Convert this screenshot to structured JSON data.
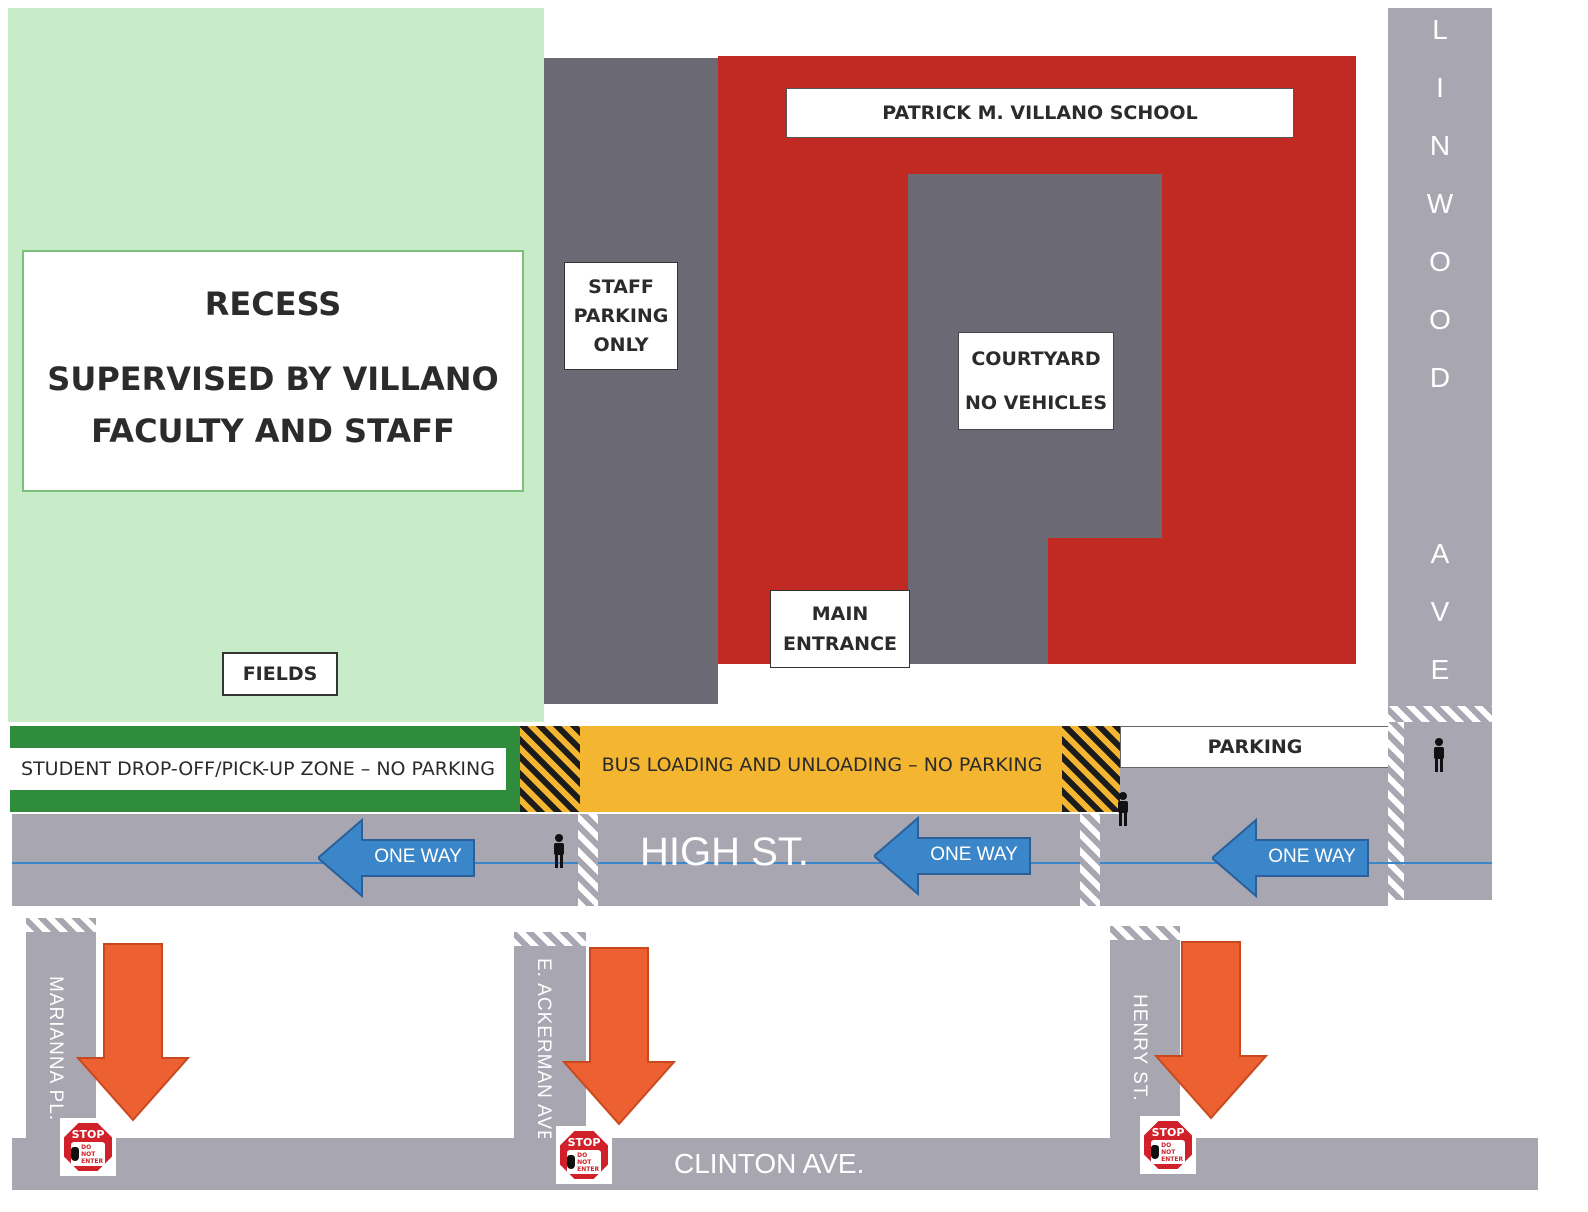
{
  "fields_area": {
    "recess_title": "RECESS",
    "recess_line1": "SUPERVISED BY VILLANO",
    "recess_line2": "FACULTY AND STAFF",
    "fields_label": "FIELDS"
  },
  "school": {
    "name": "PATRICK M. VILLANO SCHOOL",
    "staff_parking": [
      "STAFF",
      "PARKING",
      "ONLY"
    ],
    "courtyard": [
      "COURTYARD",
      "NO VEHICLES"
    ],
    "main_entrance": [
      "MAIN",
      "ENTRANCE"
    ]
  },
  "zones": {
    "drop_off": "STUDENT DROP-OFF/PICK-UP ZONE – NO PARKING",
    "bus": "BUS LOADING AND UNLOADING – NO PARKING",
    "parking": "PARKING"
  },
  "streets": {
    "high": "HIGH ST.",
    "clinton": "CLINTON AVE.",
    "linwood_letters": [
      "L",
      "I",
      "N",
      "W",
      "O",
      "O",
      "D",
      "A",
      "V",
      "E"
    ],
    "marianna": "MARIANNA PL.",
    "ackerman": "E. ACKERMAN AVE.",
    "henry": "HENRY ST."
  },
  "signs": {
    "one_way": "ONE WAY",
    "stop": "STOP",
    "do_not_enter_1": "DO NOT",
    "do_not_enter_2": "ENTER"
  },
  "colors": {
    "field_green": "#c8ebc8",
    "dropoff_green": "#2f8c3c",
    "building_red": "#c02a22",
    "pavement_gray": "#6b6973",
    "road_gray": "#a8a6b0",
    "bus_yellow": "#f4b531",
    "arrow_blue": "#3a86c8",
    "arrow_orange": "#ec6032"
  }
}
